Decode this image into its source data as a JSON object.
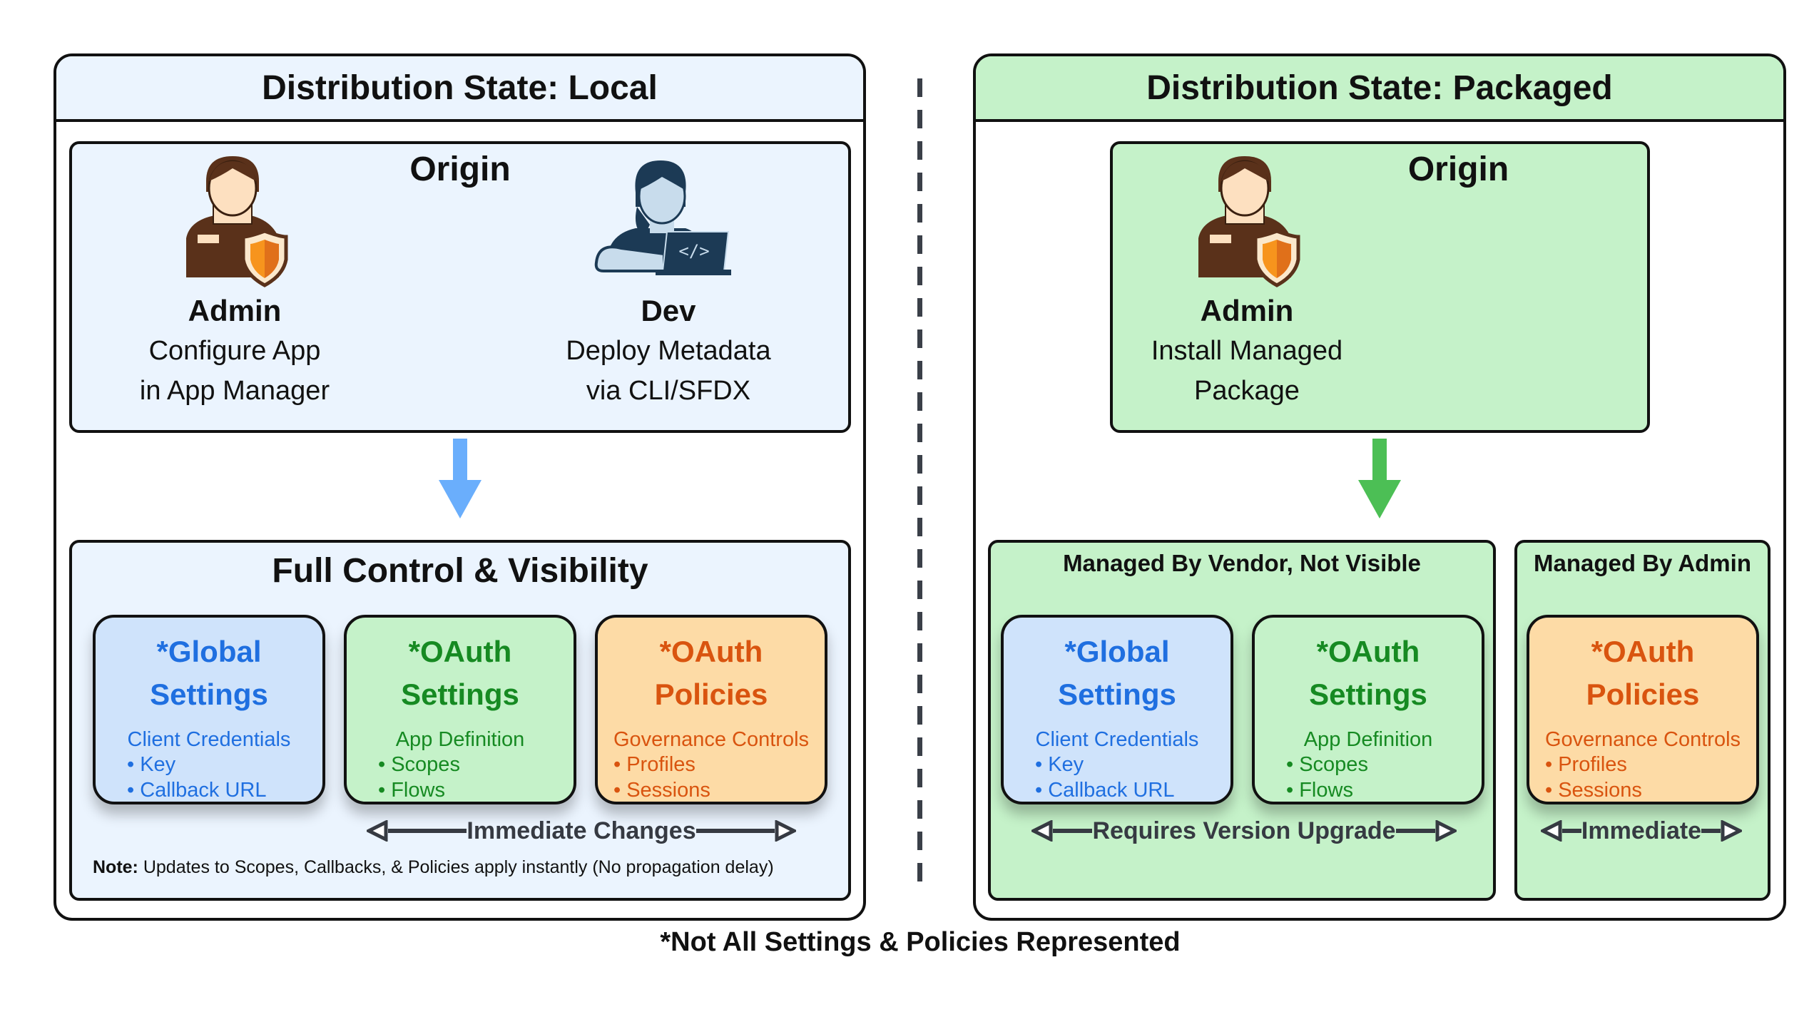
{
  "local": {
    "header": "Distribution State: Local",
    "origin": {
      "title": "Origin",
      "admin": {
        "name": "Admin",
        "desc_line1": "Configure App",
        "desc_line2": "in App Manager",
        "icon": "admin-shield-icon"
      },
      "dev": {
        "name": "Dev",
        "desc_line1": "Deploy Metadata",
        "desc_line2": "via CLI/SFDX",
        "icon": "developer-laptop-icon",
        "code_glyph": "</>"
      }
    },
    "arrow_color": "#6aaefc",
    "control": {
      "title": "Full Control & Visibility",
      "cards": [
        {
          "title1": "*Global",
          "title2": "Settings",
          "sub": "Client Credentials",
          "items": [
            "• Key",
            "• Callback URL"
          ]
        },
        {
          "title1": "*OAuth",
          "title2": "Settings",
          "sub": "App Definition",
          "items": [
            "• Scopes",
            "• Flows"
          ]
        },
        {
          "title1": "*OAuth",
          "title2": "Policies",
          "sub": "Governance Controls",
          "items": [
            "• Profiles",
            "• Sessions"
          ]
        }
      ],
      "change_label": "Immediate Changes",
      "note_bold": "Note:",
      "note_text": " Updates to Scopes, Callbacks, & Policies apply instantly (No propagation delay)"
    }
  },
  "packaged": {
    "header": "Distribution State: Packaged",
    "origin": {
      "title": "Origin",
      "admin": {
        "name": "Admin",
        "desc_line1": "Install Managed",
        "desc_line2": "Package",
        "icon": "admin-shield-icon"
      }
    },
    "arrow_color": "#4cbf55",
    "vendor": {
      "title": "Managed By Vendor, Not Visible",
      "cards": [
        {
          "title1": "*Global",
          "title2": "Settings",
          "sub": "Client Credentials",
          "items": [
            "• Key",
            "• Callback URL"
          ]
        },
        {
          "title1": "*OAuth",
          "title2": "Settings",
          "sub": "App Definition",
          "items": [
            "• Scopes",
            "• Flows"
          ]
        }
      ],
      "change_label": "Requires Version Upgrade"
    },
    "admin_box": {
      "title": "Managed By Admin",
      "cards": [
        {
          "title1": "*OAuth",
          "title2": "Policies",
          "sub": "Governance Controls",
          "items": [
            "• Profiles",
            "• Sessions"
          ]
        }
      ],
      "change_label": "Immediate"
    }
  },
  "colors": {
    "local_bg": "#ebf4fe",
    "packaged_bg": "#c5f2c9",
    "global_blue": "#1f6fe0",
    "oauth_green": "#168a22",
    "policy_orange": "#d9540f"
  },
  "footnote": "*Not All Settings & Policies Represented"
}
